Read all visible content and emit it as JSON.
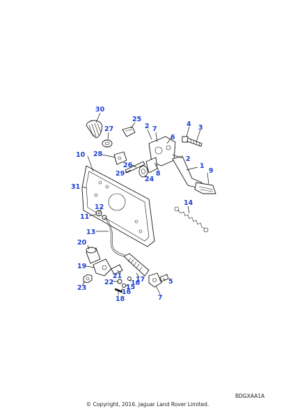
{
  "callouts": [
    {
      "label": "30"
    },
    {
      "label": "25"
    },
    {
      "label": "27"
    },
    {
      "label": "2"
    },
    {
      "label": "7"
    },
    {
      "label": "4"
    },
    {
      "label": "3"
    },
    {
      "label": "6"
    },
    {
      "label": "10"
    },
    {
      "label": "28"
    },
    {
      "label": "26"
    },
    {
      "label": "2"
    },
    {
      "label": "29"
    },
    {
      "label": "8"
    },
    {
      "label": "24"
    },
    {
      "label": "1"
    },
    {
      "label": "9"
    },
    {
      "label": "31"
    },
    {
      "label": "14"
    },
    {
      "label": "12"
    },
    {
      "label": "11"
    },
    {
      "label": "13"
    },
    {
      "label": "20"
    },
    {
      "label": "19"
    },
    {
      "label": "21"
    },
    {
      "label": "17"
    },
    {
      "label": "5"
    },
    {
      "label": "22"
    },
    {
      "label": "16"
    },
    {
      "label": "15"
    },
    {
      "label": "16"
    },
    {
      "label": "23"
    },
    {
      "label": "18"
    },
    {
      "label": "7"
    }
  ],
  "diagram_code": "BDGXAA1A",
  "copyright": "© Copyright, 2016. Jaguar Land Rover Limited."
}
